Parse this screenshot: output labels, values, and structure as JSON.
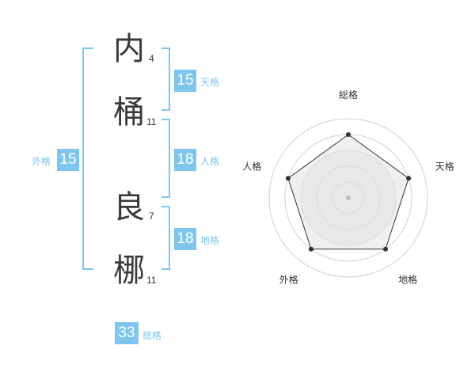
{
  "name": {
    "chars": [
      {
        "char": "内",
        "strokes": "4"
      },
      {
        "char": "桶",
        "strokes": "11"
      },
      {
        "char": "良",
        "strokes": "7"
      },
      {
        "char": "梛",
        "strokes": "11"
      }
    ]
  },
  "fortunes": {
    "tenkaku": {
      "value": "15",
      "label": "天格"
    },
    "jinkaku": {
      "value": "18",
      "label": "人格"
    },
    "chikaku": {
      "value": "18",
      "label": "地格"
    },
    "gaikaku": {
      "value": "15",
      "label": "外格"
    },
    "soukaku": {
      "value": "33",
      "label": "総格"
    }
  },
  "chart_data": {
    "type": "radar",
    "axes": [
      "総格",
      "天格",
      "地格",
      "外格",
      "人格"
    ],
    "values": [
      4,
      4,
      4,
      4,
      4
    ],
    "rmax": 5,
    "rings": [
      1,
      2,
      3,
      4,
      5
    ],
    "fill_inner": "#efefef",
    "accent": "#7fc6ef"
  }
}
